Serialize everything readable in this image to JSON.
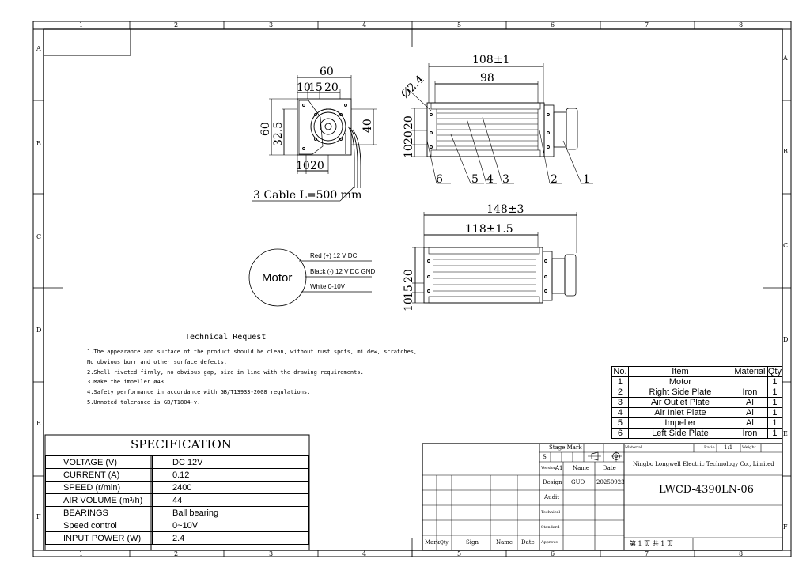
{
  "frame": {
    "col_markers": [
      "1",
      "2",
      "3",
      "4",
      "5",
      "6",
      "7",
      "8"
    ],
    "row_markers": [
      "A",
      "B",
      "C",
      "D",
      "E",
      "F"
    ]
  },
  "front_view": {
    "dims": {
      "width": "60",
      "d10": "10",
      "d15": "15",
      "d20": "20",
      "height": "60",
      "center": "32.5",
      "right_h": "40",
      "bottom10": "10",
      "bottom20": "20"
    },
    "cable_note": "3 Cable L=500 mm"
  },
  "side_view": {
    "dims": {
      "overall": "108±1",
      "inner": "98",
      "hole": "Ø2.4",
      "left20": "20",
      "left10": "10",
      "left20b": "20"
    },
    "callouts": [
      "6",
      "5",
      "4",
      "3",
      "2",
      "1"
    ]
  },
  "bottom_view": {
    "dims": {
      "overall": "148±3",
      "inner": "118±1.5",
      "left20": "20",
      "left15": "15",
      "left10": "10"
    }
  },
  "motor_diagram": {
    "label": "Motor",
    "wires": [
      "Red (+) 12 V DC",
      "Black (-) 12 V DC GND",
      "White  0-10V"
    ]
  },
  "technical_request": {
    "title": "Technical Request",
    "lines": [
      "1.The appearance and surface of the product should be clean, without rust spots, mildew, scratches,",
      "  No obvious burr and other surface defects.",
      "2.Shell riveted firmly, no obvious gap, size in line with the drawing requirements.",
      "3.Make the impeller ø43.",
      "4.Safety performance in accordance with GB/T13933-2008 regulations.",
      "5.Unnoted tolerance is GB/T1804-v."
    ]
  },
  "specification": {
    "title": "SPECIFICATION",
    "rows": [
      {
        "label": "VOLTAGE (V)",
        "value": "DC 12V"
      },
      {
        "label": "CURRENT  (A)",
        "value": "0.12"
      },
      {
        "label": "SPEED  (r/min)",
        "value": "2400"
      },
      {
        "label": "AIR  VOLUME  (m³/h)",
        "value": "44"
      },
      {
        "label": "BEARINGS",
        "value": "Ball bearing"
      },
      {
        "label": "Speed control",
        "value": "0~10V"
      },
      {
        "label": "INPUT POWER  (W)",
        "value": "2.4"
      }
    ]
  },
  "bom": {
    "headers": [
      "No.",
      "Item",
      "Material",
      "Qty"
    ],
    "rows": [
      {
        "no": "1",
        "item": "Motor",
        "material": "",
        "qty": "1"
      },
      {
        "no": "2",
        "item": "Right Side Plate",
        "material": "Iron",
        "qty": "1"
      },
      {
        "no": "3",
        "item": "Air Outlet Plate",
        "material": "Al",
        "qty": "1"
      },
      {
        "no": "4",
        "item": "Air Inlet Plate",
        "material": "Al",
        "qty": "1"
      },
      {
        "no": "5",
        "item": "Impeller",
        "material": "Al",
        "qty": "1"
      },
      {
        "no": "6",
        "item": "Left Side Plate",
        "material": "Iron",
        "qty": "1"
      }
    ]
  },
  "title_block": {
    "stage_mark": "Stage Mark",
    "stage_s": "S",
    "version_label": "Version",
    "version": "A1",
    "name_label": "Name",
    "date_label": "Date",
    "design_label": "Design",
    "designer": "GUO",
    "design_date": "20250923",
    "audit": "Audit",
    "technical": "Technical",
    "standard": "Standard",
    "approve": "Approve",
    "material_label": "Material",
    "ratio_label": "Ratio",
    "ratio": "1:1",
    "weight_label": "Weight",
    "company": "Ningbo Longwell Electric Technology  Co., Limited",
    "drawing_no": "LWCD-4390LN-06",
    "sheet": "第 1 页    共 1 页",
    "rev_headers": [
      "Mark",
      "Qty",
      "Sign",
      "Name",
      "Date"
    ]
  }
}
